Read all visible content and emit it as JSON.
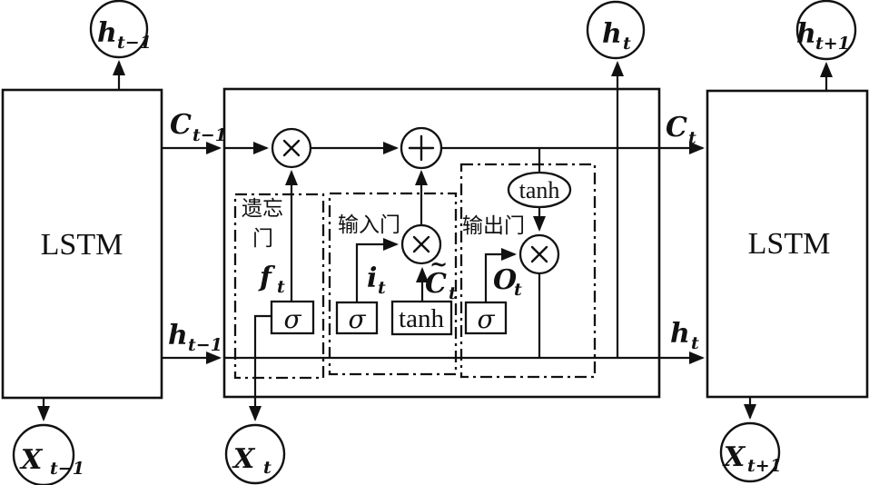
{
  "diagram": {
    "title_semantic": "LSTM cell architecture",
    "background_color": "#ffffff",
    "stroke_color": "#111111",
    "blocks": {
      "left_lstm_label": "LSTM",
      "right_lstm_label": "LSTM"
    },
    "gates": {
      "forget": {
        "label_line1": "遗忘",
        "label_line2": "门"
      },
      "input": {
        "label": "输入门"
      },
      "output": {
        "label": "输出门"
      }
    },
    "ops": {
      "sigma_forget": "σ",
      "sigma_input": "σ",
      "sigma_output": "σ",
      "tanh_box": "tanh",
      "tanh_ellipse": "tanh"
    },
    "wire_labels": {
      "c_prev": {
        "main": "C",
        "sub": "t−1"
      },
      "c_t": {
        "main": "C",
        "sub": "t"
      },
      "h_prev_wire": {
        "main": "h",
        "sub": "t−1"
      },
      "h_t_wire": {
        "main": "h",
        "sub": "t"
      },
      "f_t": {
        "main": "f",
        "sub": "t"
      },
      "i_t": {
        "main": "i",
        "sub": "t"
      },
      "c_tilde": {
        "tilde": "~",
        "main": "C",
        "sub": "t"
      },
      "o_t": {
        "main": "O",
        "sub": "t"
      }
    },
    "nodes": {
      "h_prev": {
        "main": "h",
        "sub": "t−1"
      },
      "h_t": {
        "main": "h",
        "sub": "t"
      },
      "h_next": {
        "main": "h",
        "sub": "t+1"
      },
      "x_prev": {
        "main": "X",
        "sub": "t−1"
      },
      "x_t": {
        "main": "X",
        "sub": "t"
      },
      "x_next": {
        "main": "X",
        "sub": "t+1"
      }
    }
  }
}
